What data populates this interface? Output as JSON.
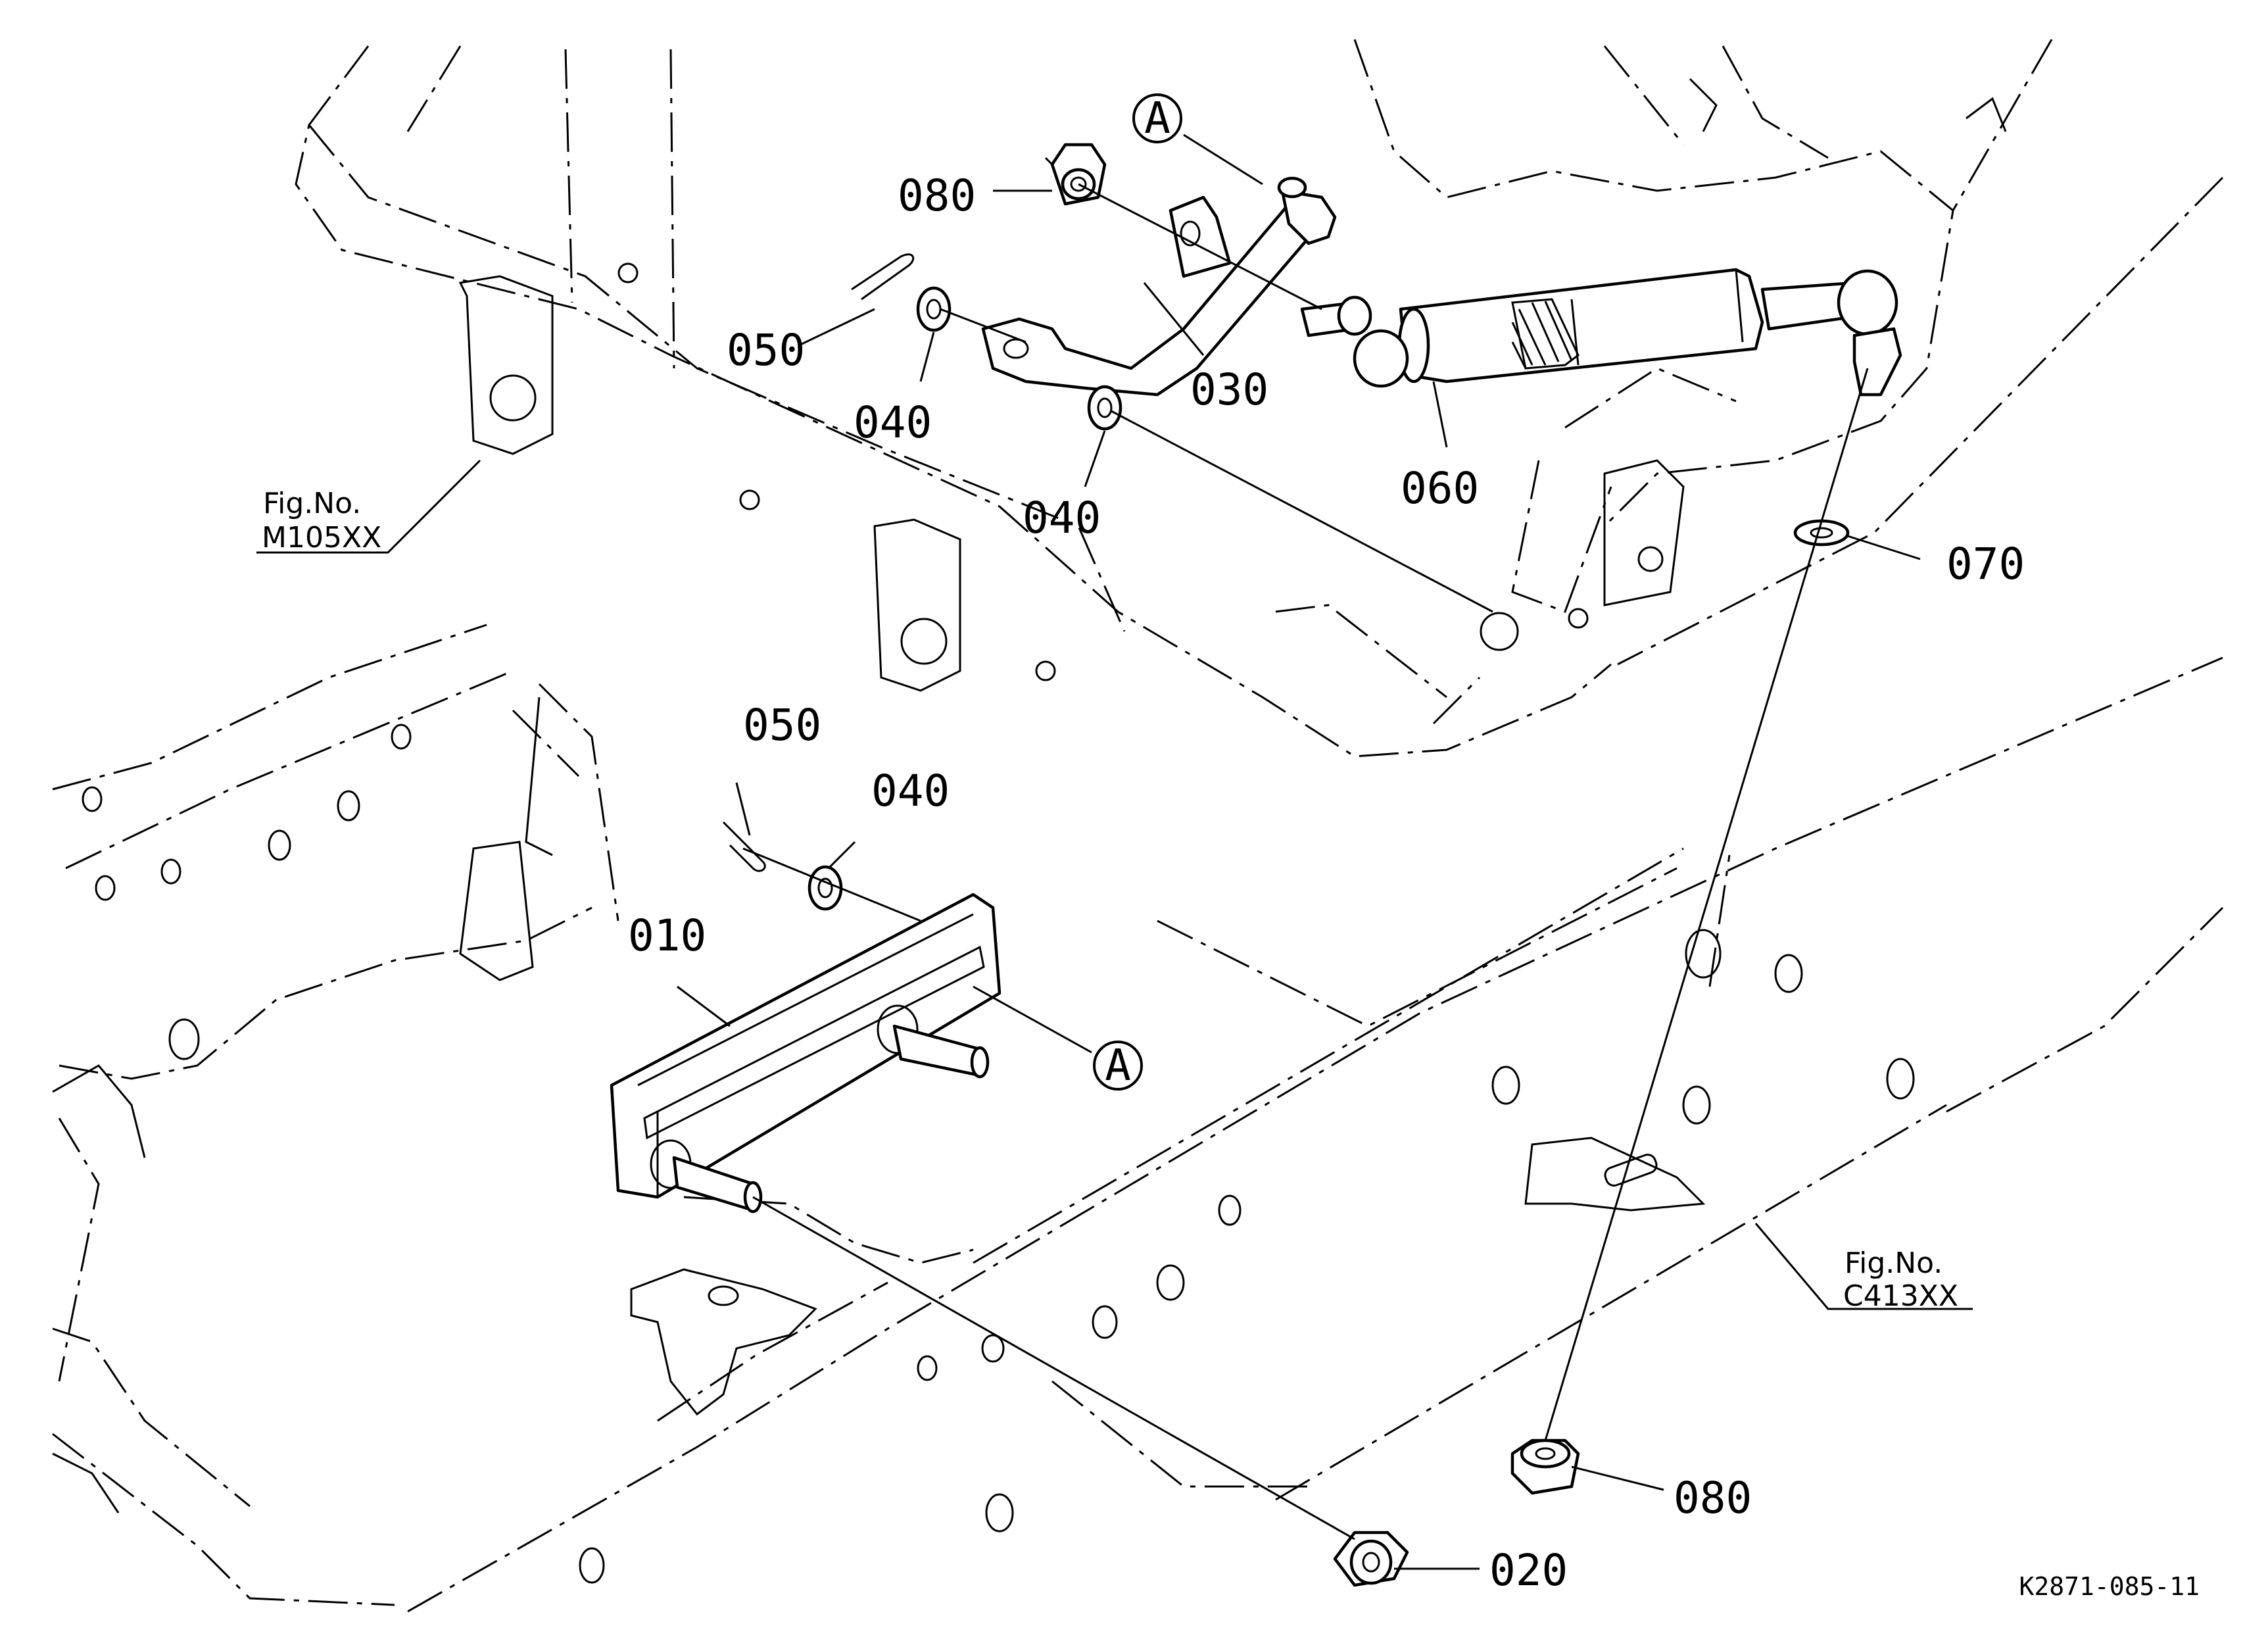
{
  "callouts": {
    "p010": "010",
    "p020": "020",
    "p030": "030",
    "p040a": "040",
    "p040b": "040",
    "p040c": "040",
    "p050a": "050",
    "p050b": "050",
    "p060": "060",
    "p070": "070",
    "p080a": "080",
    "p080b": "080"
  },
  "reference_marks": {
    "top": "A",
    "bottom": "A"
  },
  "figure_refs": {
    "upper": {
      "line1": "Fig.No.",
      "line2": "M105XX"
    },
    "lower": {
      "line1": "Fig.No.",
      "line2": "C413XX"
    }
  },
  "drawing_code": "K2871-085-11"
}
